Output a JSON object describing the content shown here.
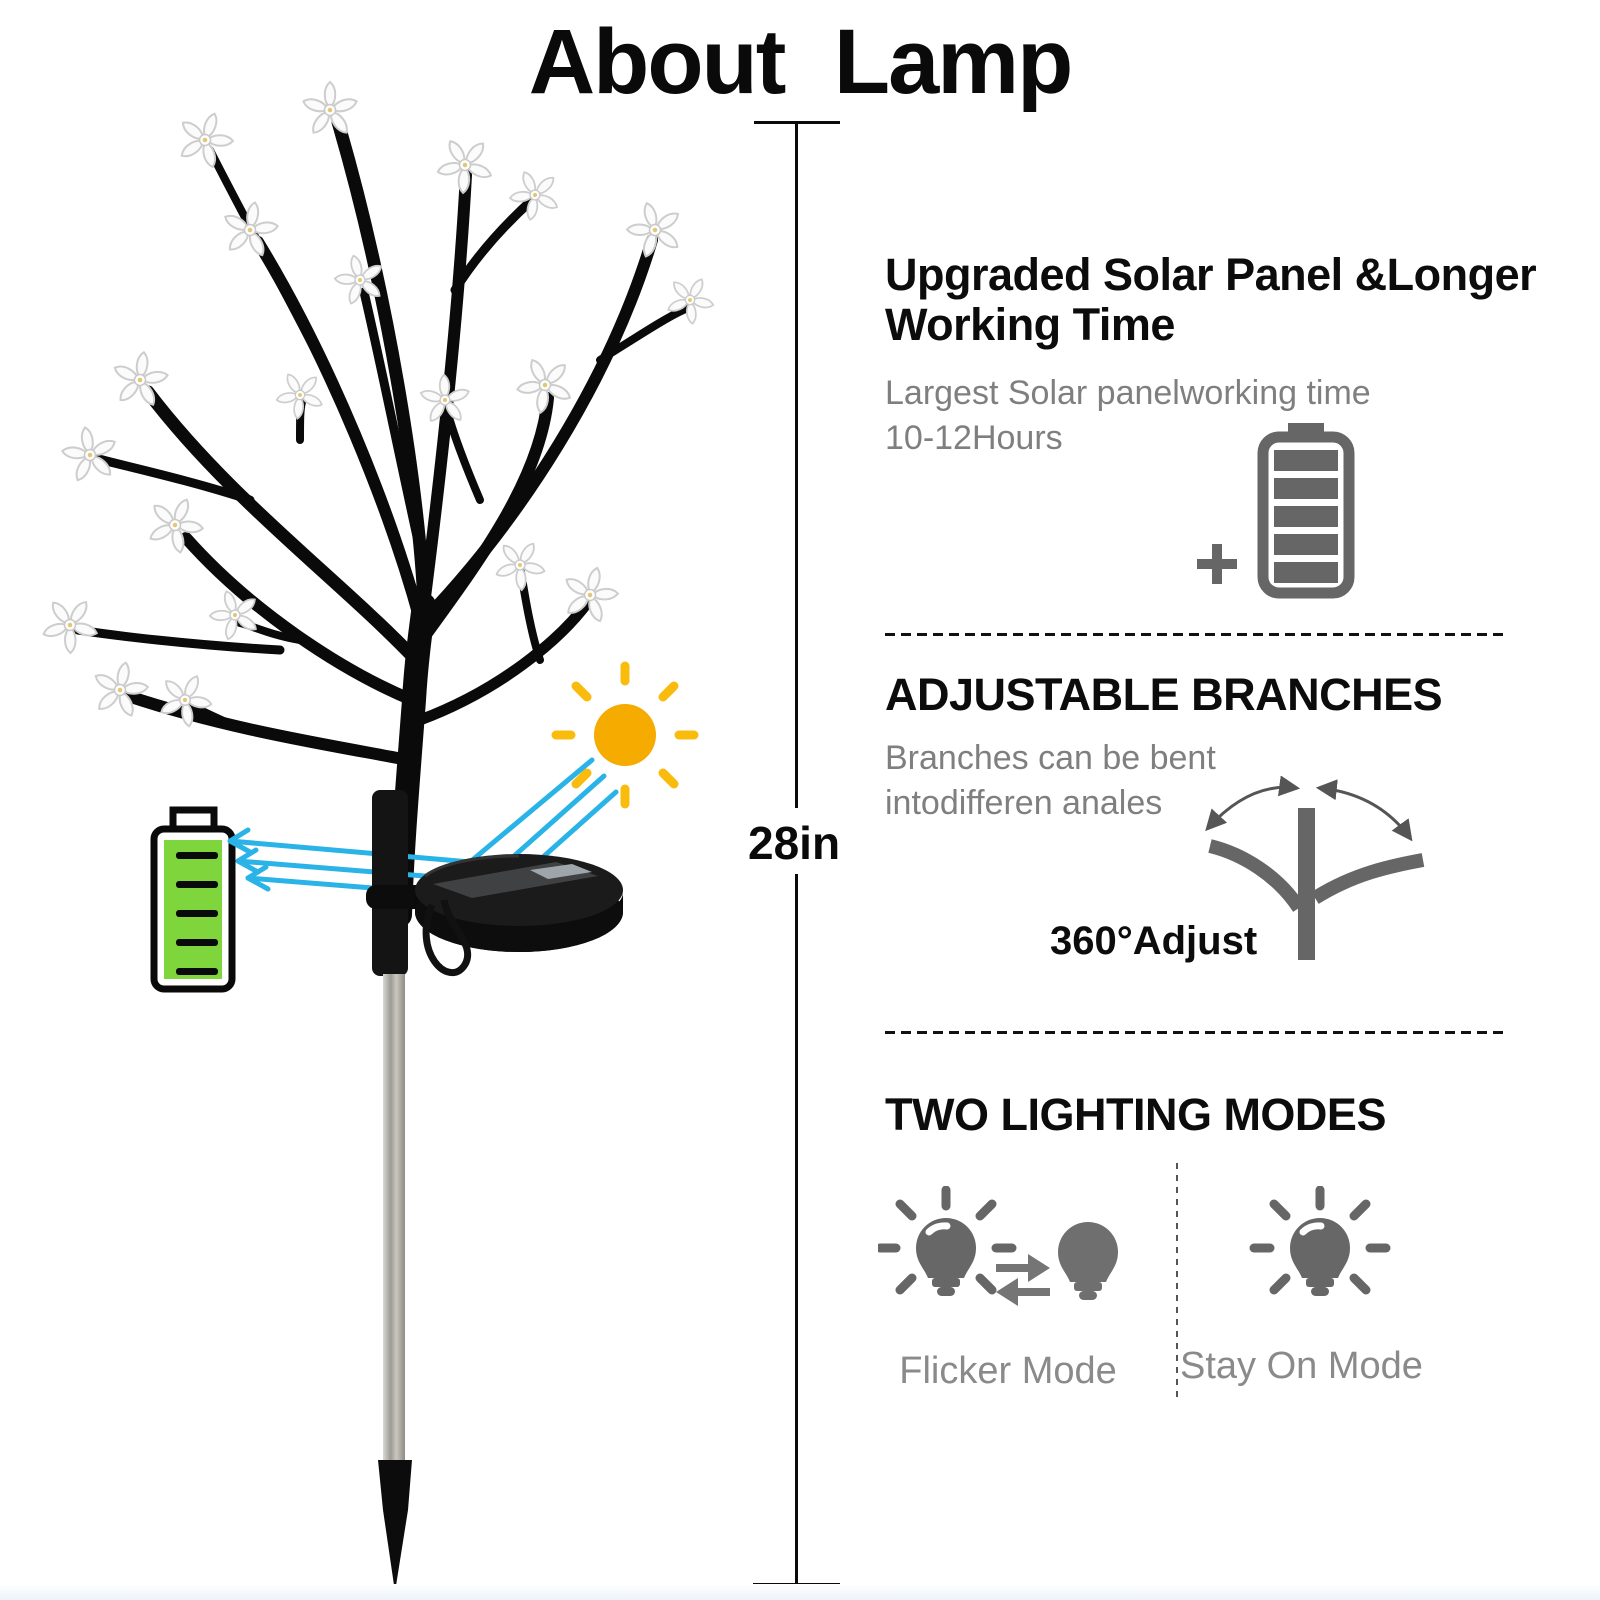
{
  "title": "About Lamp",
  "measurement": {
    "height_label": "28in"
  },
  "colors": {
    "heading_black": "#0c0c0c",
    "text_gray": "#7f7f7f",
    "icon_gray": "#666666",
    "battery_green": "#7fd63c",
    "arrow_cyan": "#29b3e6",
    "sun_yellow": "#f8b301"
  },
  "artwork": {
    "icons": [
      "blossom-tree",
      "solar-panel-disc",
      "ground-stake",
      "charging-battery-icon",
      "sun-icon",
      "charge-arrows"
    ]
  },
  "sections": {
    "solar": {
      "heading_line1": "Upgraded Solar Panel &Longer",
      "heading_line2": "Working Time",
      "body_line1": "Largest Solar panelworking time",
      "body_line2": "10-12Hours",
      "icons": [
        "plus-icon",
        "battery-level-icon"
      ]
    },
    "branches": {
      "heading": "ADJUSTABLE BRANCHES",
      "body_line1": "Branches can be bent",
      "body_line2": "intodifferen anales",
      "caption": "360°Adjust",
      "icons": [
        "bendable-branch-icon"
      ]
    },
    "modes": {
      "heading": "TWO LIGHTING MODES",
      "mode1_label": "Flicker Mode",
      "mode2_label": "Stay On Mode",
      "icons": [
        "flicker-bulbs-icon",
        "stay-on-bulb-icon"
      ]
    }
  }
}
